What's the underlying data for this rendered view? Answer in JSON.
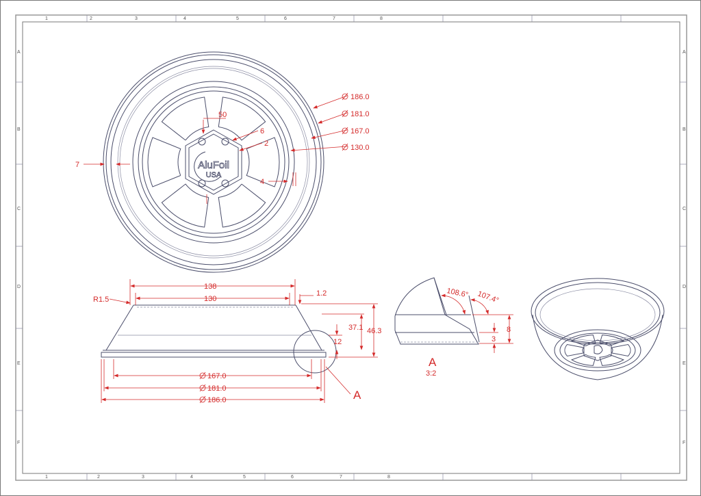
{
  "frame": {
    "columns": [
      "1",
      "2",
      "3",
      "4",
      "5",
      "6",
      "7",
      "8"
    ],
    "rows": [
      "A",
      "B",
      "C",
      "D",
      "E",
      "F"
    ]
  },
  "top_view": {
    "logo_line1": "AluFoil",
    "logo_line2": "USA",
    "dims": {
      "d186": "186.0",
      "d181": "181.0",
      "d167": "167.0",
      "d130": "130.0",
      "w50": "50",
      "h6": "6",
      "r2": "2",
      "rim7": "7",
      "gap4": "4"
    }
  },
  "side_view": {
    "dims": {
      "top138": "138",
      "top130": "130",
      "r15": "R1.5",
      "lip12": "1.2",
      "h371": "37.1",
      "h463": "46.3",
      "h12": "12",
      "d167": "167.0",
      "d181": "181.0",
      "d186": "186.0"
    },
    "detail_callout": "A"
  },
  "detail_view": {
    "label": "A",
    "scale": "3:2",
    "angle1": "108.6°",
    "angle2": "107.4°",
    "h8": "8",
    "h3": "3"
  },
  "colors": {
    "dimension": "#d42a2a",
    "outline": "#4a4d6a"
  }
}
